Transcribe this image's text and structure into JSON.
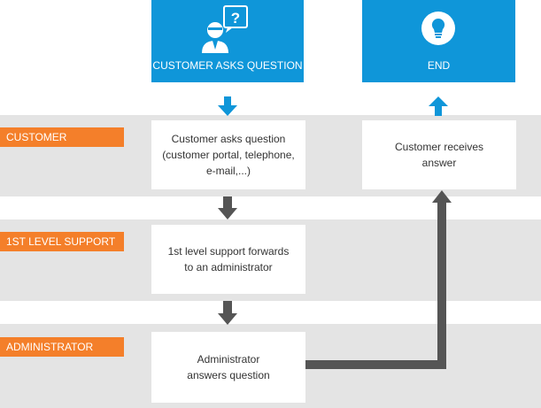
{
  "start": {
    "label": "CUSTOMER ASKS QUESTION",
    "icon": "person-question-icon"
  },
  "end": {
    "label": "END",
    "icon": "lightbulb-icon"
  },
  "lanes": [
    {
      "label": "CUSTOMER"
    },
    {
      "label": "1ST LEVEL SUPPORT"
    },
    {
      "label": "ADMINISTRATOR"
    }
  ],
  "steps": {
    "customer_asks": [
      "Customer asks question",
      "(customer portal, telephone,",
      "e-mail,...)"
    ],
    "customer_receives": [
      "Customer receives",
      "answer"
    ],
    "first_level": [
      "1st level support forwards",
      "to an administrator"
    ],
    "administrator": [
      "Administrator",
      "answers question"
    ]
  },
  "colors": {
    "accent_blue": "#0f96d9",
    "lane_orange": "#f47f2a",
    "lane_gray": "#e4e4e4",
    "arrow_gray": "#555555"
  }
}
